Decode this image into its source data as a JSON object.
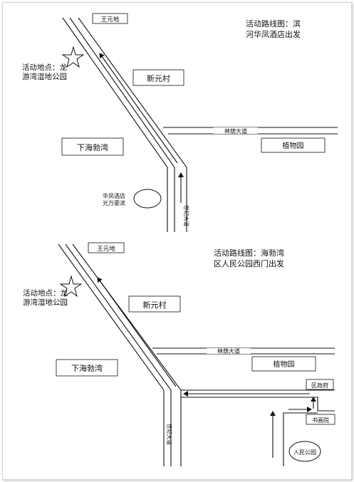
{
  "maps": [
    {
      "title_line1": "活动路线图：滨",
      "title_line2": "河华凤酒店出发",
      "road_top": "王元地",
      "venue_line1": "活动地点：龙",
      "venue_line2": "游湾湿地公园",
      "village": "新元村",
      "avenue": "林荫大道",
      "district": "下海勃湾",
      "garden": "植物园",
      "hotel_line1": "华凤酒店",
      "hotel_line2": "光万豪滨",
      "century_road": "世纪大道"
    },
    {
      "title_line1": "活动路线图：海勃湾",
      "title_line2": "区人民公园西门出发",
      "road_top": "王元地",
      "venue_line1": "活动地点：龙",
      "venue_line2": "游湾湿地公园",
      "village": "新元村",
      "avenue": "林荫大道",
      "district": "下海勃湾",
      "garden": "植物园",
      "government": "区政府",
      "gallery": "书画院",
      "park": "人民公园",
      "century_road": "世纪大道"
    }
  ],
  "colors": {
    "line": "#111111",
    "background": "#ffffff"
  },
  "icons": [
    "star-icon",
    "arrow-up-icon",
    "arrow-left-icon",
    "arrow-right-icon"
  ]
}
